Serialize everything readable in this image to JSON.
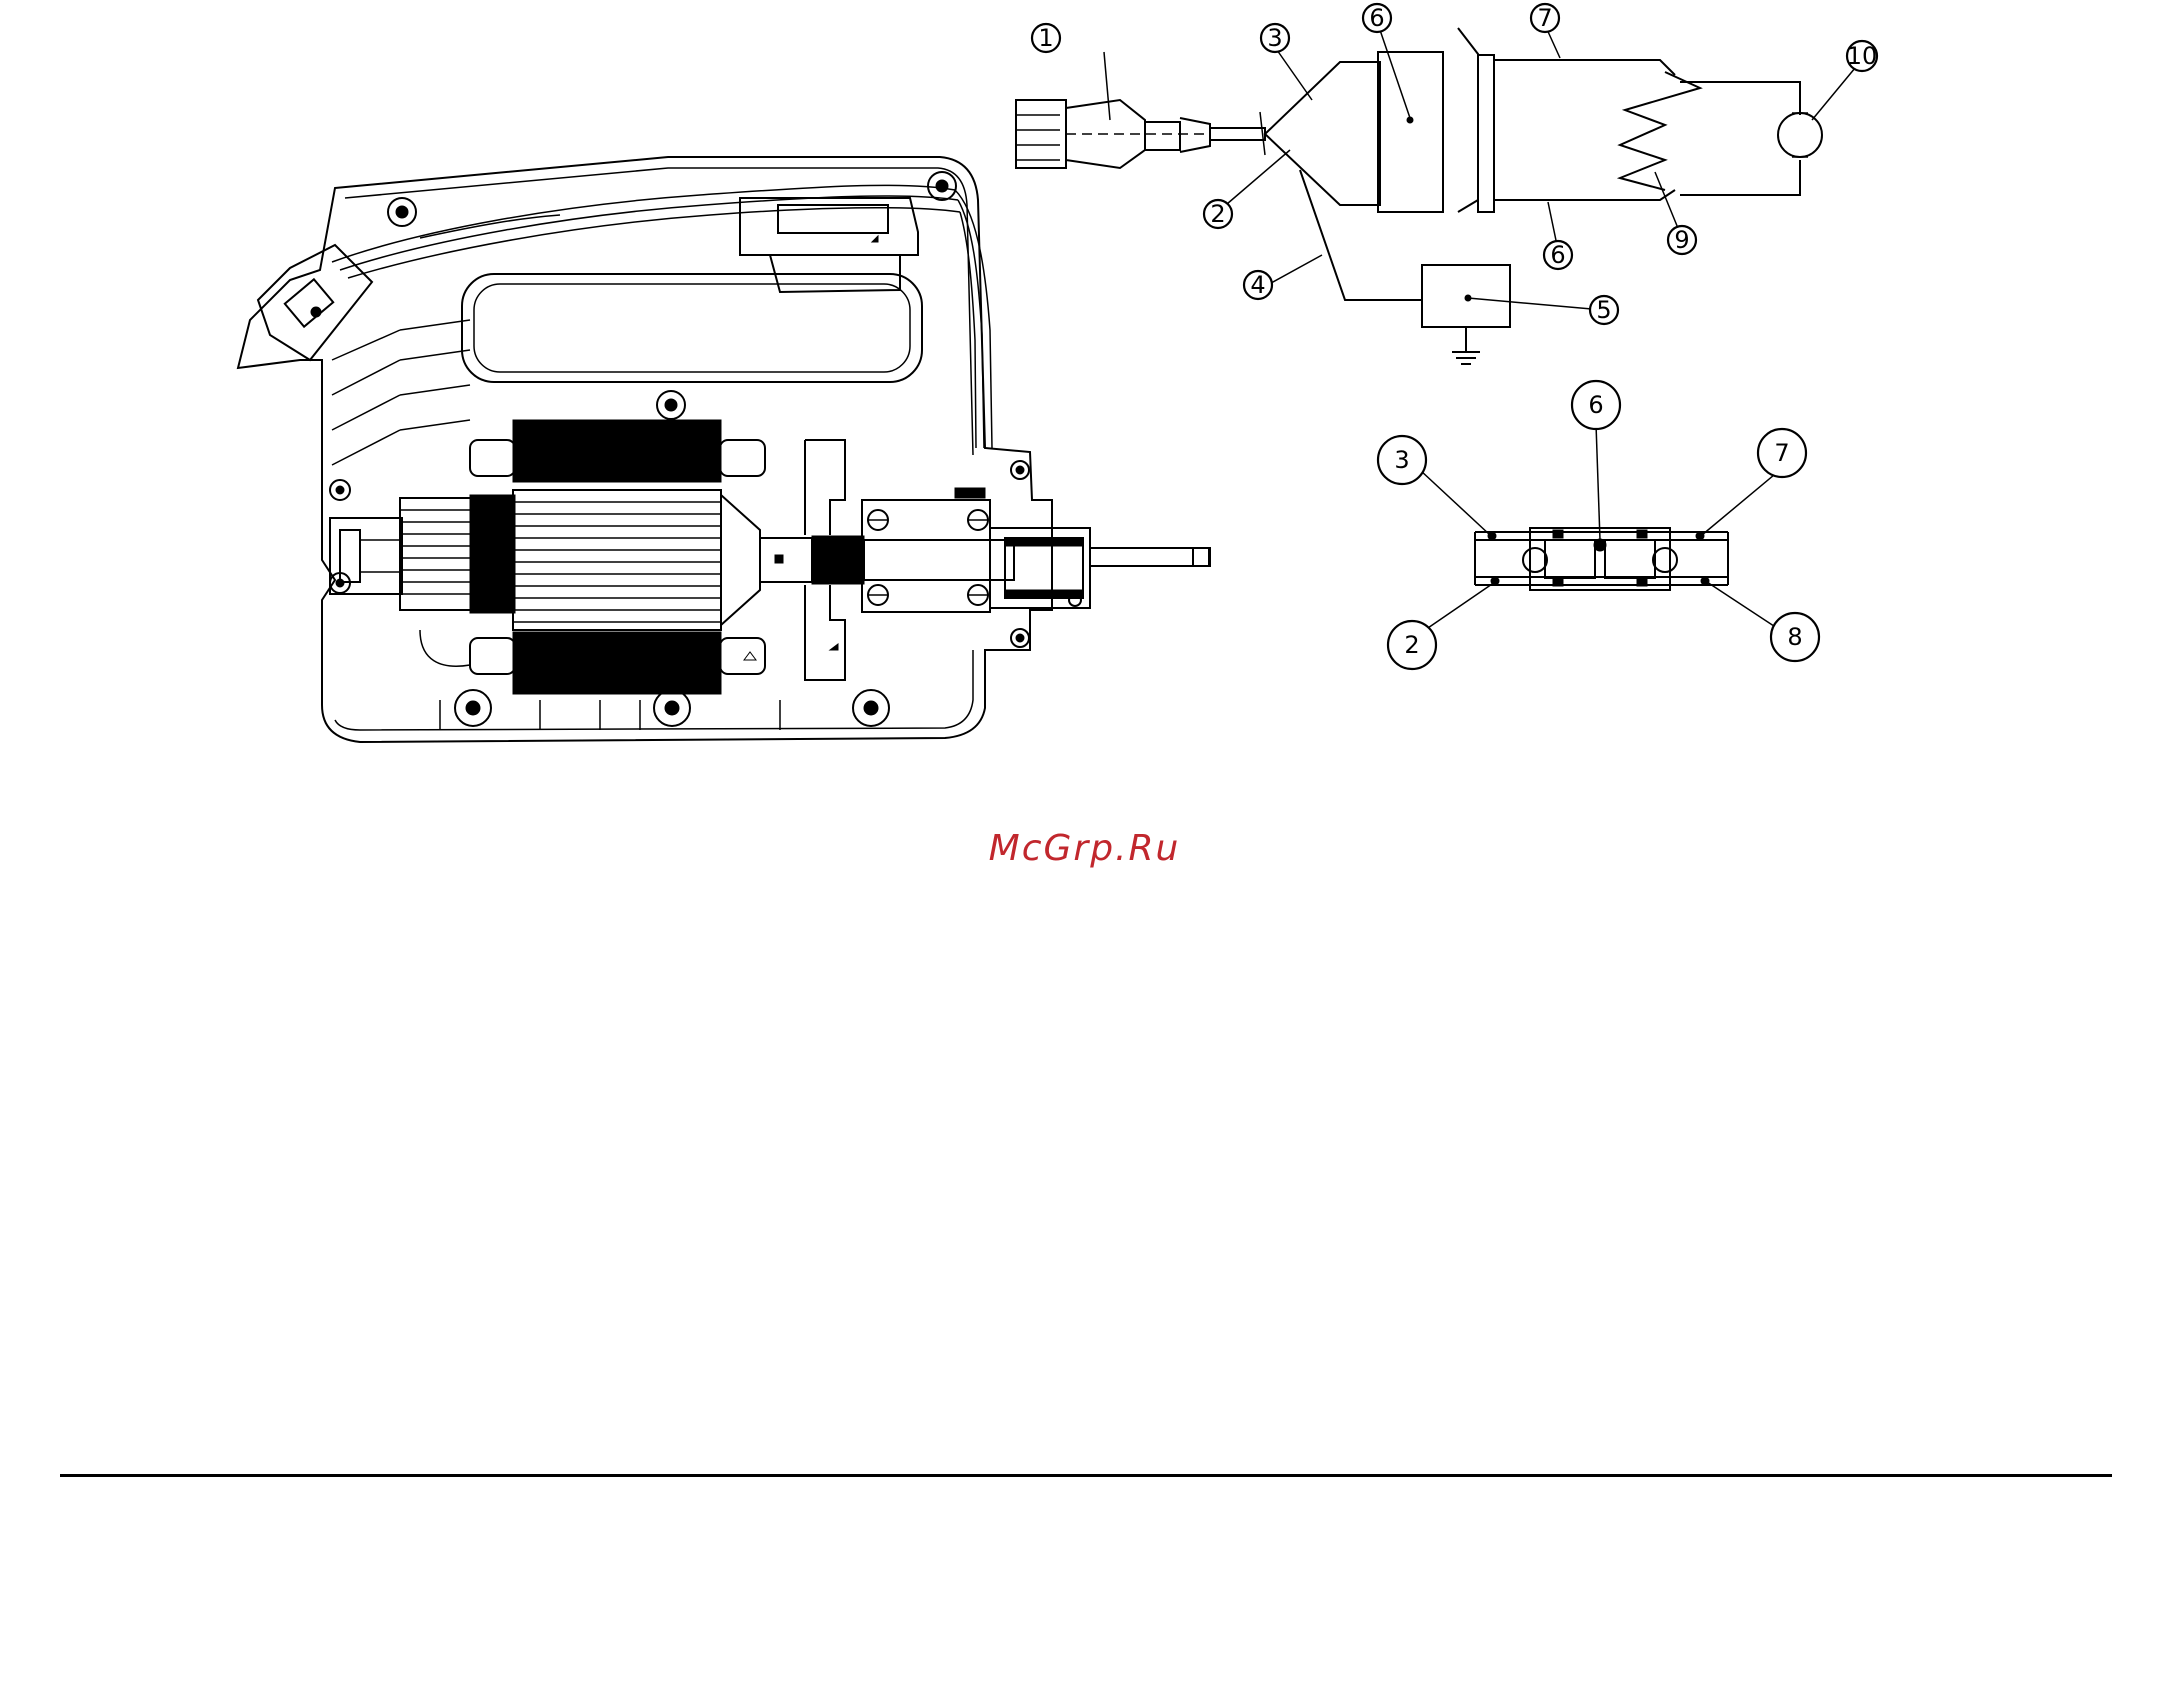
{
  "watermark": {
    "text": "McGrp.Ru",
    "color": "#c1272d"
  },
  "figure_code": "",
  "schematic_callouts": [
    "1",
    "3",
    "6",
    "7",
    "10",
    "2",
    "4",
    "5",
    "6",
    "9"
  ],
  "lower_callouts": [
    "3",
    "6",
    "7",
    "2",
    "8"
  ]
}
